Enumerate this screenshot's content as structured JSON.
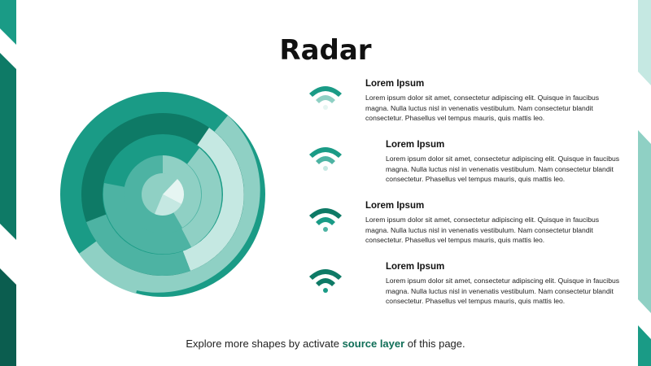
{
  "page": {
    "title": "Radar",
    "footer": {
      "prefix": "Explore more shapes by activate ",
      "link": "source layer",
      "suffix": " of this page."
    }
  },
  "items": [
    {
      "heading": "Lorem Ipsum",
      "text": "Lorem ipsum dolor sit amet, consectetur adipiscing elit. Quisque in faucibus magna. Nulla luctus nisl in venenatis vestibulum. Nam consectetur blandit consectetur. Phasellus vel tempus mauris, quis mattis leo.",
      "icon": "wifi-icon"
    },
    {
      "heading": "Lorem Ipsum",
      "text": "Lorem ipsum dolor sit amet, consectetur adipiscing elit. Quisque in faucibus magna. Nulla luctus nisl in venenatis vestibulum. Nam consectetur blandit consectetur. Phasellus vel tempus mauris, quis mattis leo.",
      "icon": "wifi-icon"
    },
    {
      "heading": "Lorem Ipsum",
      "text": "Lorem ipsum dolor sit amet, consectetur adipiscing elit. Quisque in faucibus magna. Nulla luctus nisl in venenatis vestibulum. Nam consectetur blandit consectetur. Phasellus vel tempus mauris, quis mattis leo.",
      "icon": "wifi-icon"
    },
    {
      "heading": "Lorem Ipsum",
      "text": "Lorem ipsum dolor sit amet, consectetur adipiscing elit. Quisque in faucibus magna. Nulla luctus nisl in venenatis vestibulum. Nam consectetur blandit consectetur. Phasellus vel tempus mauris, quis mattis leo.",
      "icon": "wifi-icon"
    }
  ],
  "colors": {
    "dark": "#0e7a66",
    "primary": "#1a9b86",
    "mid": "#4db3a3",
    "light": "#8fd0c4",
    "pale": "#c5e8e2"
  }
}
